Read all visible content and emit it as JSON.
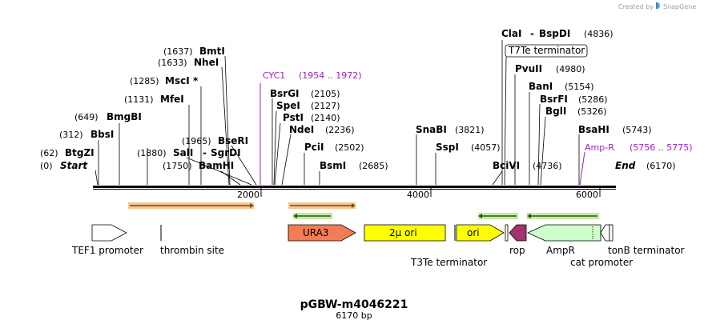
{
  "credit": "Created by",
  "brand": "SnapGene",
  "brand_icon": "snapgene-logo-icon",
  "plasmid": {
    "name": "pGBW-m4046221",
    "length_label": "6170 bp"
  },
  "ruler": {
    "ticks": [
      "2000",
      "4000",
      "6000"
    ]
  },
  "ends": {
    "start_pos": "(0)",
    "start_label": "Start",
    "end_label": "End",
    "end_pos": "(6170)"
  },
  "sites": [
    {
      "pos": "(62)",
      "name": "BtgZI"
    },
    {
      "pos": "(312)",
      "name": "BbsI"
    },
    {
      "pos": "(649)",
      "name": "BmgBI"
    },
    {
      "pos": "(1131)",
      "name": "MfeI"
    },
    {
      "pos": "(1285)",
      "name": "MscI",
      "mark": "*"
    },
    {
      "pos": "(1633)",
      "name": "NheI"
    },
    {
      "pos": "(1637)",
      "name": "BmtI"
    },
    {
      "pos": "(1750)",
      "name": "BamHI"
    },
    {
      "pos": "(1880)",
      "name": "SalI",
      "sep": "-",
      "name2": "SgrDI"
    },
    {
      "pos": "(1965)",
      "name": "BseRI"
    },
    {
      "name": "BsrGI",
      "pos": "(2105)"
    },
    {
      "name": "SpeI",
      "pos": "(2127)"
    },
    {
      "name": "PstI",
      "pos": "(2140)"
    },
    {
      "name": "NdeI",
      "pos": "(2236)"
    },
    {
      "name": "PciI",
      "pos": "(2502)"
    },
    {
      "name": "BsmI",
      "pos": "(2685)"
    },
    {
      "name": "SnaBI",
      "pos": "(3821)"
    },
    {
      "name": "SspI",
      "pos": "(4057)"
    },
    {
      "name": "BciVI",
      "pos": "(4736)"
    },
    {
      "name": "ClaI",
      "sep": "-",
      "name2": "BspDI",
      "pos": "(4836)"
    },
    {
      "name": "PvuII",
      "pos": "(4980)"
    },
    {
      "name": "BanI",
      "pos": "(5154)"
    },
    {
      "name": "BsrFI",
      "pos": "(5286)"
    },
    {
      "name": "BglI",
      "pos": "(5326)"
    },
    {
      "name": "BsaHI",
      "pos": "(5743)"
    }
  ],
  "terminator_box": "T7Te terminator",
  "purple_features": [
    {
      "name": "CYC1",
      "range": "(1954 .. 1972)"
    },
    {
      "name": "Amp-R",
      "range": "(5756 .. 5775)"
    }
  ],
  "features": {
    "tef1": "TEF1 promoter",
    "thrombin": "thrombin site",
    "ura3": "URA3",
    "two_micron": "2μ ori",
    "ori": "ori",
    "t3te": "T3Te terminator",
    "rop": "rop",
    "ampr": "AmpR",
    "cat": "cat promoter",
    "tonb": "tonB terminator"
  },
  "colors": {
    "ura3": "#f47c55",
    "ori": "#ffff00",
    "rop": "#a3326e",
    "ampr": "#ccffcc",
    "primer_orange": "#f5b87a",
    "primer_green": "#c8e8a0",
    "purple": "#a020c8"
  }
}
